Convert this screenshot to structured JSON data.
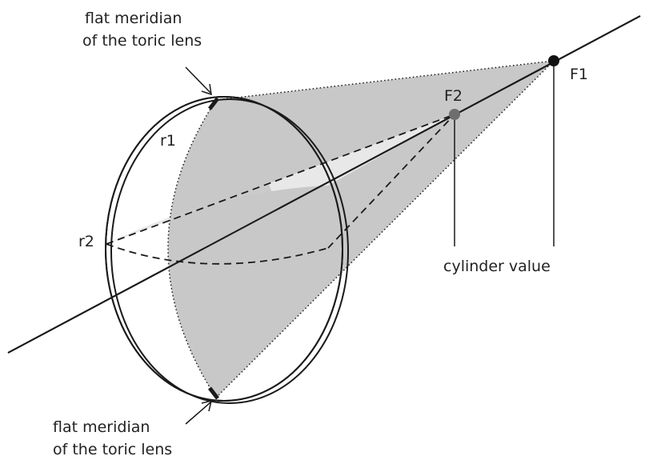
{
  "labels": {
    "top_meridian_line1": "flat meridian",
    "top_meridian_line2": "of the toric lens",
    "bottom_meridian_line1": "flat meridian",
    "bottom_meridian_line2": "of the toric lens",
    "r1": "r1",
    "r2": "r2",
    "f1": "F1",
    "f2": "F2",
    "cylinder": "cylinder value"
  },
  "colors": {
    "cone_fill": "#c8c8c8",
    "inner_fill": "#e8e8e8",
    "line": "#1a1a1a",
    "f2_dot": "#6e6e6e",
    "f1_dot": "#111111"
  }
}
